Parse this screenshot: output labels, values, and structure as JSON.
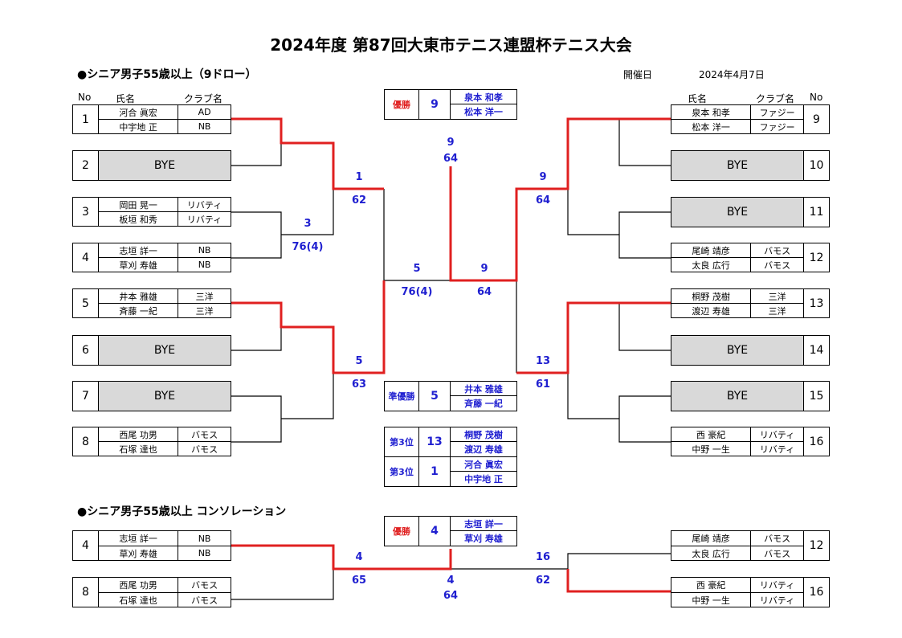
{
  "title": "2024年度 第87回大東市テニス連盟杯テニス大会",
  "main_section": "●シニア男子55歳以上（9ドロー）",
  "cons_section": "●シニア男子55歳以上 コンソレーション",
  "date_label": "開催日",
  "date_value": "2024年4月7日",
  "headers": {
    "no": "No",
    "name": "氏名",
    "club": "クラブ名"
  },
  "bye": "BYE",
  "left_entries": [
    {
      "no": "1",
      "p1": "河合 眞宏",
      "c1": "AD",
      "p2": "中宇地 正",
      "c2": "NB"
    },
    {
      "no": "2",
      "bye": true
    },
    {
      "no": "3",
      "p1": "岡田 晃一",
      "c1": "リバティ",
      "p2": "板垣 和秀",
      "c2": "リバティ"
    },
    {
      "no": "4",
      "p1": "志垣 詳一",
      "c1": "NB",
      "p2": "草刈 寿雄",
      "c2": "NB"
    },
    {
      "no": "5",
      "p1": "井本 雅雄",
      "c1": "三洋",
      "p2": "斉藤 一紀",
      "c2": "三洋"
    },
    {
      "no": "6",
      "bye": true
    },
    {
      "no": "7",
      "bye": true
    },
    {
      "no": "8",
      "p1": "西尾 功男",
      "c1": "バモス",
      "p2": "石塚 達也",
      "c2": "バモス"
    }
  ],
  "right_entries": [
    {
      "no": "9",
      "p1": "泉本 和孝",
      "c1": "ファジー",
      "p2": "松本 洋一",
      "c2": "ファジー"
    },
    {
      "no": "10",
      "bye": true
    },
    {
      "no": "11",
      "bye": true
    },
    {
      "no": "12",
      "p1": "尾崎 靖彦",
      "c1": "バモス",
      "p2": "太良 広行",
      "c2": "バモス"
    },
    {
      "no": "13",
      "p1": "桐野 茂樹",
      "c1": "三洋",
      "p2": "渡辺 寿雄",
      "c2": "三洋"
    },
    {
      "no": "14",
      "bye": true
    },
    {
      "no": "15",
      "bye": true
    },
    {
      "no": "16",
      "p1": "西 豪紀",
      "c1": "リバティ",
      "p2": "中野 一生",
      "c2": "リバティ"
    }
  ],
  "scores": {
    "l1_w": "1",
    "l1_s": "62",
    "l3_w": "3",
    "l3_s": "76(4)",
    "l5_w": "5",
    "l5_s": "63",
    "semi_l_w": "5",
    "semi_l_s": "76(4)",
    "semi_r_w": "9",
    "semi_r_s": "64",
    "final_w": "9",
    "final_s": "64",
    "r9_w": "9",
    "r9_s": "64",
    "r13_w": "13",
    "r13_s": "61",
    "cons_l_w": "4",
    "cons_l_s": "65",
    "cons_r_w": "16",
    "cons_r_s": "62",
    "cons_f_w": "4",
    "cons_f_s": "64"
  },
  "results": {
    "champion": {
      "label": "優勝",
      "seed": "9",
      "p1": "泉本 和孝",
      "p2": "松本 洋一"
    },
    "runner_up": {
      "label": "準優勝",
      "seed": "5",
      "p1": "井本 雅雄",
      "p2": "斉藤 一紀"
    },
    "third1": {
      "label": "第3位",
      "seed": "13",
      "p1": "桐野 茂樹",
      "p2": "渡辺 寿雄"
    },
    "third2": {
      "label": "第3位",
      "seed": "1",
      "p1": "河合 眞宏",
      "p2": "中宇地 正"
    },
    "cons_champion": {
      "label": "優勝",
      "seed": "4",
      "p1": "志垣 詳一",
      "p2": "草刈 寿雄"
    }
  },
  "cons_left": [
    {
      "no": "4",
      "p1": "志垣 詳一",
      "c1": "NB",
      "p2": "草刈 寿雄",
      "c2": "NB"
    },
    {
      "no": "8",
      "p1": "西尾 功男",
      "c1": "バモス",
      "p2": "石塚 達也",
      "c2": "バモス"
    }
  ],
  "cons_right": [
    {
      "no": "12",
      "p1": "尾崎 靖彦",
      "c1": "バモス",
      "p2": "太良 広行",
      "c2": "バモス"
    },
    {
      "no": "16",
      "p1": "西 豪紀",
      "c1": "リバティ",
      "p2": "中野 一生",
      "c2": "リバティ"
    }
  ],
  "colors": {
    "winner_line": "#e02020",
    "score_text": "#1f1fd0",
    "bye_fill": "#d9d9d9"
  }
}
